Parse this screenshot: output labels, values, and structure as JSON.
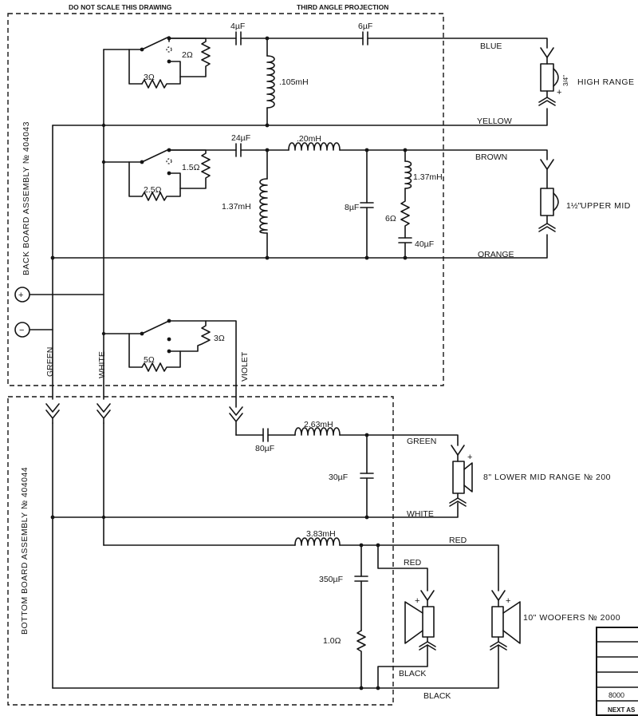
{
  "header": {
    "do_not_scale": "DO NOT SCALE THIS DRAWING",
    "projection": "THIRD ANGLE PROJECTION"
  },
  "assemblies": {
    "back_board": "BACK BOARD ASSEMBLY № 404043",
    "bottom_board": "BOTTOM BOARD ASSEMBLY № 404044"
  },
  "terminals": {
    "positive": "+",
    "negative": "−"
  },
  "wires": {
    "green_vertical": "GREEN",
    "white_vertical": "WHITE",
    "violet": "VIOLET",
    "blue": "BLUE",
    "yellow": "YELLOW",
    "brown": "BROWN",
    "orange": "ORANGE",
    "green_low_mid": "GREEN",
    "white_low_mid": "WHITE",
    "red_top": "RED",
    "red_inner": "RED",
    "black_inner": "BLACK",
    "black_bottom": "BLACK"
  },
  "components": {
    "c_4uf": "4µF",
    "c_6uf": "6µF",
    "r_2ohm": "2Ω",
    "r_3ohm_high": "3Ω",
    "l_105mh": ".105mH",
    "c_24uf": "24µF",
    "l_20mh": ".20mH",
    "r_15ohm": "1.5Ω",
    "r_25ohm": "2.5Ω",
    "l_137mh_left": "1.37mH",
    "c_8uf": "8µF",
    "l_137mh_right": "1.37mH",
    "r_6ohm": "6Ω",
    "c_40uf": "40µF",
    "r_3ohm_low": "3Ω",
    "r_5ohm": "5Ω",
    "c_80uf": "80µF",
    "l_263mh": "2.63mH",
    "c_30uf": "30µF",
    "l_383mh": "3.83mH",
    "c_350uf": "350µF",
    "r_10ohm": "1.0Ω"
  },
  "drivers": {
    "high_range": "HIGH RANGE",
    "high_size": "3/4\"",
    "upper_mid": "UPPER MID",
    "upper_size": "1½\"",
    "lower_mid": "8\" LOWER MID RANGE № 200",
    "woofers": "10\" WOOFERS № 2000",
    "plus": "+"
  },
  "title_block": {
    "part_no": "8000",
    "next_assembly": "NEXT AS"
  }
}
